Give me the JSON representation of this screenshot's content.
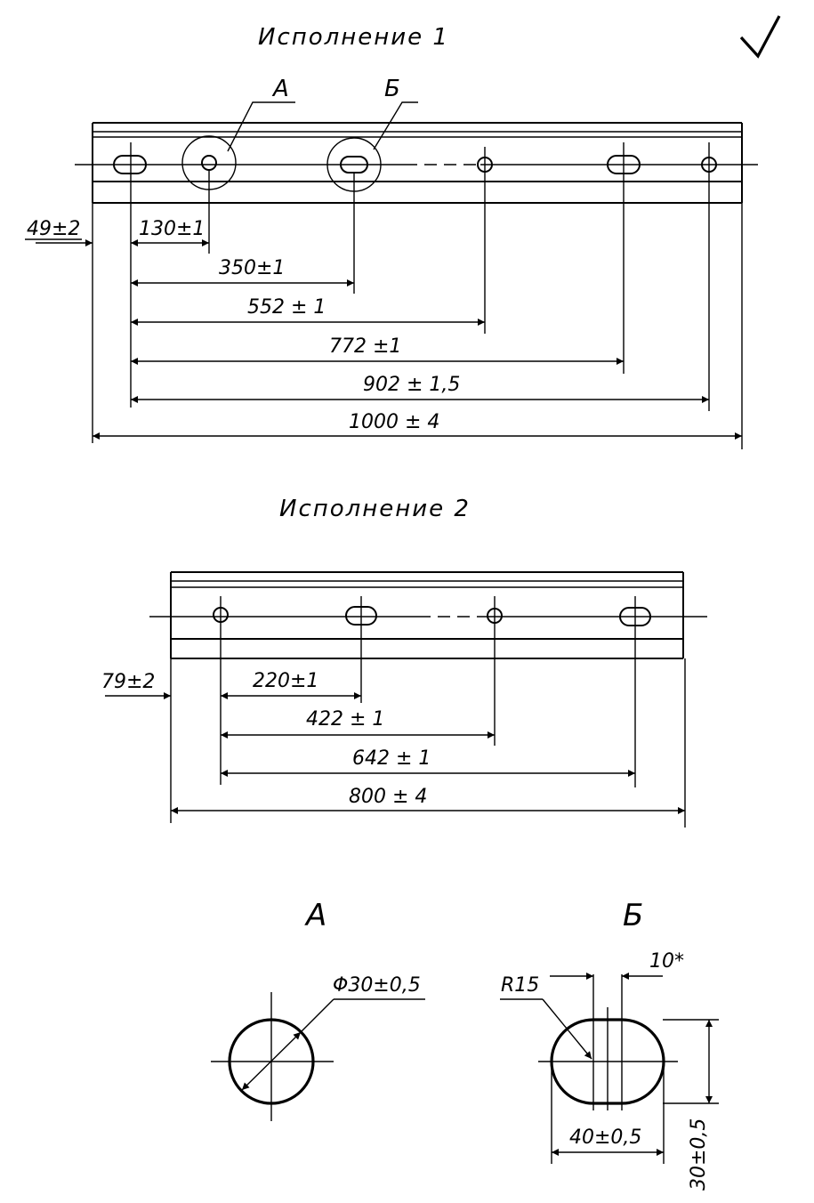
{
  "variant1": {
    "title": "Исполнение 1",
    "callout_a": "А",
    "callout_b": "Б",
    "dims": {
      "d49": "49±2",
      "d130": "130±1",
      "d350": "350±1",
      "d552": "552 ± 1",
      "d772": "772 ±1",
      "d902": "902 ± 1,5",
      "d1000": "1000 ± 4"
    }
  },
  "variant2": {
    "title": "Исполнение 2",
    "dims": {
      "d79": "79±2",
      "d220": "220±1",
      "d422": "422 ± 1",
      "d642": "642 ± 1",
      "d800": "800 ± 4"
    }
  },
  "detail_a": {
    "label": "А",
    "diameter": "Φ30±0,5"
  },
  "detail_b": {
    "label": "Б",
    "radius": "R15",
    "width_star": "10*",
    "length": "40±0,5",
    "height": "30±0,5"
  }
}
